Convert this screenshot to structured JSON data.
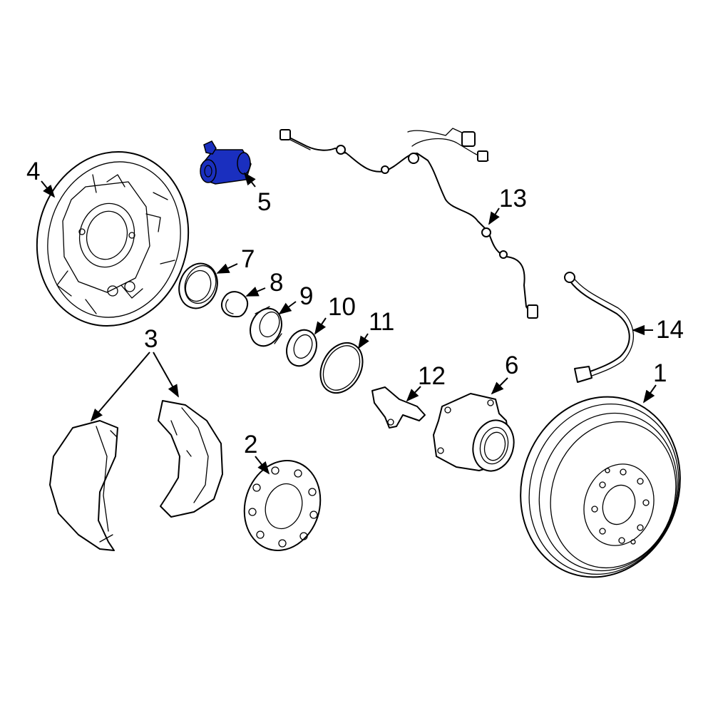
{
  "highlight_color": "#1a2fbf",
  "highlighted_part": "5",
  "callouts": [
    {
      "id": "c1",
      "label": "1"
    },
    {
      "id": "c2",
      "label": "2"
    },
    {
      "id": "c3",
      "label": "3"
    },
    {
      "id": "c4",
      "label": "4"
    },
    {
      "id": "c5",
      "label": "5"
    },
    {
      "id": "c6",
      "label": "6"
    },
    {
      "id": "c7",
      "label": "7"
    },
    {
      "id": "c8",
      "label": "8"
    },
    {
      "id": "c9",
      "label": "9"
    },
    {
      "id": "c10",
      "label": "10"
    },
    {
      "id": "c11",
      "label": "11"
    },
    {
      "id": "c12",
      "label": "12"
    },
    {
      "id": "c13",
      "label": "13"
    },
    {
      "id": "c14",
      "label": "14"
    }
  ]
}
